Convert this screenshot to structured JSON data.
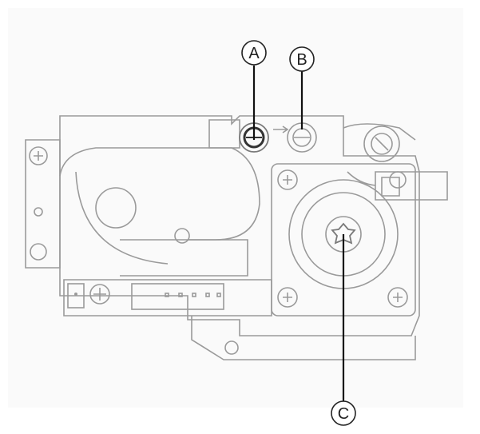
{
  "callouts": {
    "a": "A",
    "b": "B",
    "c": "C"
  },
  "colors": {
    "line": "#9a9a9a",
    "leader": "#111111",
    "background": "#ffffff"
  }
}
